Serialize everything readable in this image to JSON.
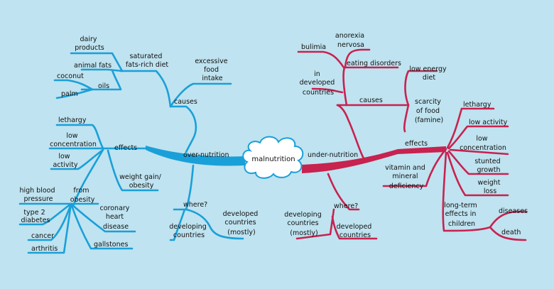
{
  "colors": {
    "background": "#bfe3f0",
    "over": "#1aa0d8",
    "under": "#c8224f"
  },
  "center": "malnutrition",
  "over": {
    "label": "over-nutrition",
    "causes": {
      "label": "causes",
      "excessive": [
        "excessive",
        "food",
        "intake"
      ],
      "saturated": [
        "saturated",
        "fats-rich diet"
      ],
      "dairy": [
        "dairy",
        "products"
      ],
      "animal_fats": "animal fats",
      "oils": "oils",
      "coconut": "coconut",
      "palm": "palm"
    },
    "effects": {
      "label": "effects",
      "lethargy": "lethargy",
      "low_concentration": [
        "low",
        "concentration"
      ],
      "low_activity": [
        "low",
        "activity"
      ],
      "weight_gain": [
        "weight gain/",
        "obesity"
      ],
      "from_obesity": [
        "from",
        "obesity"
      ],
      "high_bp": [
        "high blood",
        "pressure"
      ],
      "diabetes": [
        "type 2",
        "diabetes"
      ],
      "cancer": "cancer",
      "arthritis": "arthritis",
      "gallstones": "gallstones",
      "chd": [
        "coronary",
        "heart",
        "disease"
      ]
    },
    "where": {
      "label": "where?",
      "developing": [
        "developing",
        "countries"
      ],
      "developed": [
        "developed",
        "countries",
        "(mostly)"
      ]
    }
  },
  "under": {
    "label": "under-nutrition",
    "causes": {
      "label": "causes",
      "eating_disorders": "eating disorders",
      "bulimia": "bulimia",
      "anorexia": [
        "anorexia",
        "nervosa"
      ],
      "in_developed": [
        "in",
        "developed",
        "countries"
      ],
      "low_energy": [
        "low energy",
        "diet"
      ],
      "scarcity": [
        "scarcity",
        "of food",
        "(famine)"
      ]
    },
    "effects": {
      "label": "effects",
      "vitamin": [
        "vitamin and",
        "mineral",
        "deficiency"
      ],
      "lethargy": "lethargy",
      "low_activity": "low activity",
      "low_concentration": [
        "low",
        "concentration"
      ],
      "stunted": [
        "stunted",
        "growth"
      ],
      "weight_loss": [
        "weight",
        "loss"
      ],
      "long_term": [
        "long-term",
        "effects in",
        "children"
      ],
      "diseases": "diseases",
      "death": "death"
    },
    "where": {
      "label": "where?",
      "developing": [
        "developing",
        "countries",
        "(mostly)"
      ],
      "developed": [
        "developed",
        "countries"
      ]
    }
  }
}
